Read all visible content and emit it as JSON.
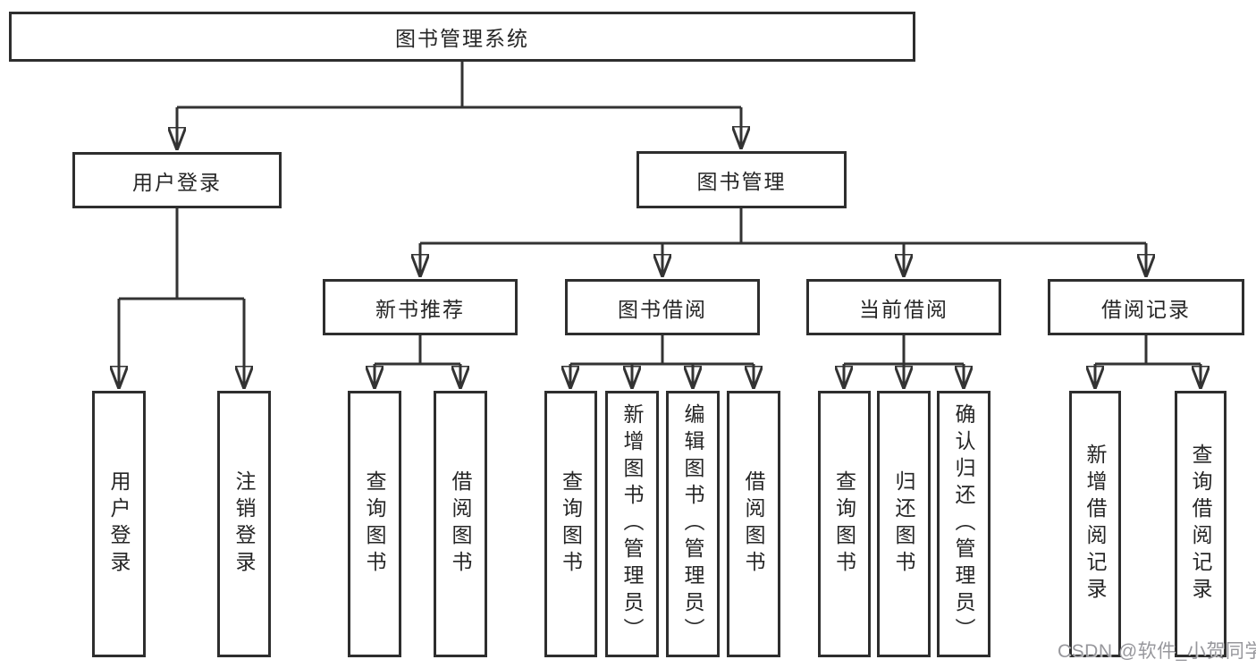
{
  "diagram": {
    "root": {
      "label": "图书管理系统"
    },
    "branches": [
      {
        "label": "用户登录",
        "children": [
          {
            "label": "用户登录"
          },
          {
            "label": "注销登录"
          }
        ]
      },
      {
        "label": "图书管理",
        "sections": [
          {
            "label": "新书推荐",
            "children": [
              {
                "label": "查询图书"
              },
              {
                "label": "借阅图书"
              }
            ]
          },
          {
            "label": "图书借阅",
            "children": [
              {
                "label": "查询图书"
              },
              {
                "label": "新增图书（管理员）"
              },
              {
                "label": "编辑图书（管理员）"
              },
              {
                "label": "借阅图书"
              }
            ]
          },
          {
            "label": "当前借阅",
            "children": [
              {
                "label": "查询图书"
              },
              {
                "label": "归还图书"
              },
              {
                "label": "确认归还（管理员）"
              }
            ]
          },
          {
            "label": "借阅记录",
            "children": [
              {
                "label": "新增借阅记录"
              },
              {
                "label": "查询借阅记录"
              }
            ]
          }
        ]
      }
    ]
  },
  "watermark": {
    "text": "CSDN @软件_小贺同学"
  },
  "colors": {
    "line": "#333333",
    "node_border": "#2e2e2e",
    "node_text": "#262626",
    "watermark_text": "#97979c",
    "background": "#ffffff"
  }
}
